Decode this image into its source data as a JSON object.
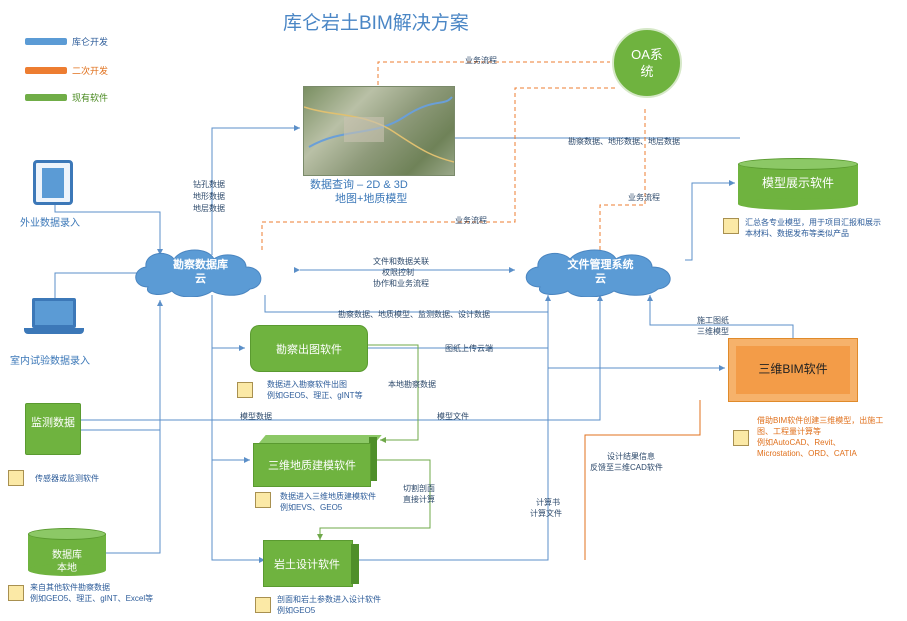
{
  "title": "库仑岩土BIM解决方案",
  "legend": [
    {
      "label": "库仑开发",
      "color": "#5b9bd5"
    },
    {
      "label": "二次开发",
      "color": "#ed7d31"
    },
    {
      "label": "现有软件",
      "color": "#70ad47"
    }
  ],
  "nodes": {
    "oa": "OA系\n统",
    "map_caption1": "数据查询 – 2D & 3D",
    "map_caption2": "地图+地质模型",
    "model_display": "模型展示软件",
    "cloud1_l1": "勘察数据库",
    "cloud1_l2": "云",
    "cloud2_l1": "文件管理系统",
    "cloud2_l2": "云",
    "field_entry": "外业数据录入",
    "lab_entry": "室内试验数据录入",
    "monitor": "监测数据",
    "database_l1": "数据库",
    "database_l2": "本地",
    "survey_draw": "勘察出图软件",
    "geo3d": "三维地质建模软件",
    "geotech": "岩土设计软件",
    "bim3d": "三维BIM软件"
  },
  "edge_labels": {
    "flow_top": "业务流程",
    "flow_mid": "业务流程",
    "flow_right": "业务流程",
    "drill_l1": "钻孔数据",
    "drill_l2": "地形数据",
    "drill_l3": "地层数据",
    "survey_data": "勘察数据、地形数据、地层数据",
    "assoc_l1": "文件和数据关联",
    "assoc_l2": "权限控制",
    "assoc_l3": "协作和业务流程",
    "survey_model": "勘察数据、地质模型、监测数据、设计数据",
    "drawing_upload": "图纸上传云端",
    "local_survey": "本地勘察数据",
    "model_data": "模型数据",
    "model_file": "模型文件",
    "design_feedback_l1": "设计结果信息",
    "design_feedback_l2": "反馈至三维CAD软件",
    "cut_l1": "切割剖面",
    "cut_l2": "直接计算",
    "calc_l1": "计算书",
    "calc_l2": "计算文件",
    "construct_l1": "施工图纸",
    "construct_l2": "三维模型"
  },
  "notes": {
    "model_display": [
      "汇总各专业模型，用于项目汇报和展示",
      "本材料、数据发布等类似产品"
    ],
    "survey_draw": [
      "数据进入勘察软件出图",
      "例如GEO5、理正、gINT等"
    ],
    "monitor": [
      "传感器或监测软件"
    ],
    "geo3d": [
      "数据进入三维地质建模软件",
      "例如EVS、GEO5"
    ],
    "database": [
      "来自其他软件勘察数据",
      "例如GEO5、理正、gINT、Excel等"
    ],
    "geotech": [
      "剖面和岩土参数进入设计软件",
      "例如GEO5"
    ],
    "bim3d": [
      "借助BIM软件创建三维模型，出施工",
      "图、工程量计算等",
      "例如AutoCAD、Revit、",
      "Microstation、ORD、CATIA"
    ]
  }
}
